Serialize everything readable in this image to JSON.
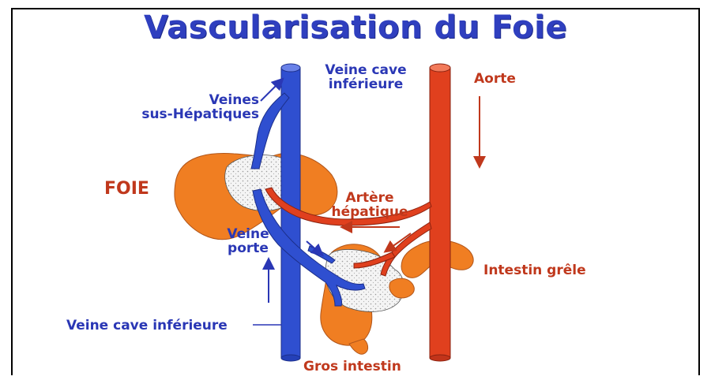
{
  "title": "Vascularisation du Foie",
  "labels": {
    "vci_top_line1": "Veine cave",
    "vci_top_line2": "inférieure",
    "veines_sus_line1": "Veines",
    "veines_sus_line2": "sus-Hépatiques",
    "aorte": "Aorte",
    "foie": "FOIE",
    "artere_line1": "Artère",
    "artere_line2": "hépatique",
    "veine_porte_line1": "Veine",
    "veine_porte_line2": "porte",
    "intestin_grele": "Intestin grêle",
    "vci_bottom": "Veine cave inférieure",
    "gros_intestin": "Gros intestin"
  },
  "colors": {
    "vein_blue": "#2f4fd0",
    "artery_red": "#e0401e",
    "organ_orange": "#f07e22",
    "label_blue": "#2a37b5",
    "label_red": "#c0381c"
  }
}
